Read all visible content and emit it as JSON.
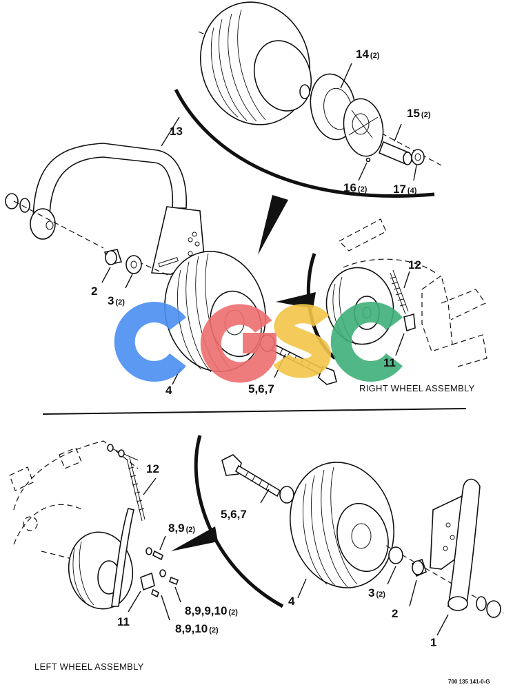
{
  "titles": {
    "right_assembly": "RIGHT WHEEL ASSEMBLY",
    "left_assembly": "LEFT WHEEL ASSEMBLY"
  },
  "doc_number": "700 135 141-0-G",
  "watermark": {
    "text": "CGSC",
    "colors": [
      "#4a8ef2",
      "#ee6e6e",
      "#f3c64a",
      "#3fb07a"
    ]
  },
  "callouts": {
    "c14": {
      "num": "14",
      "qty": "(2)"
    },
    "c15": {
      "num": "15",
      "qty": "(2)"
    },
    "c16": {
      "num": "16",
      "qty": "(2)"
    },
    "c17": {
      "num": "17",
      "qty": "(4)"
    },
    "c13": {
      "num": "13",
      "qty": ""
    },
    "c2a": {
      "num": "2",
      "qty": ""
    },
    "c3a": {
      "num": "3",
      "qty": "(2)"
    },
    "c4a": {
      "num": "4",
      "qty": ""
    },
    "c567a": {
      "num": "5,6,7",
      "qty": ""
    },
    "c12a": {
      "num": "12",
      "qty": ""
    },
    "c11a": {
      "num": "11",
      "qty": ""
    },
    "c12b": {
      "num": "12",
      "qty": ""
    },
    "c567b": {
      "num": "5,6,7",
      "qty": ""
    },
    "c89": {
      "num": "8,9",
      "qty": "(2)"
    },
    "c89910": {
      "num": "8,9,9,10",
      "qty": "(2)"
    },
    "c8910": {
      "num": "8,9,10",
      "qty": "(2)"
    },
    "c11b": {
      "num": "11",
      "qty": ""
    },
    "c4b": {
      "num": "4",
      "qty": ""
    },
    "c3b": {
      "num": "3",
      "qty": "(2)"
    },
    "c2b": {
      "num": "2",
      "qty": ""
    },
    "c1": {
      "num": "1",
      "qty": ""
    }
  }
}
